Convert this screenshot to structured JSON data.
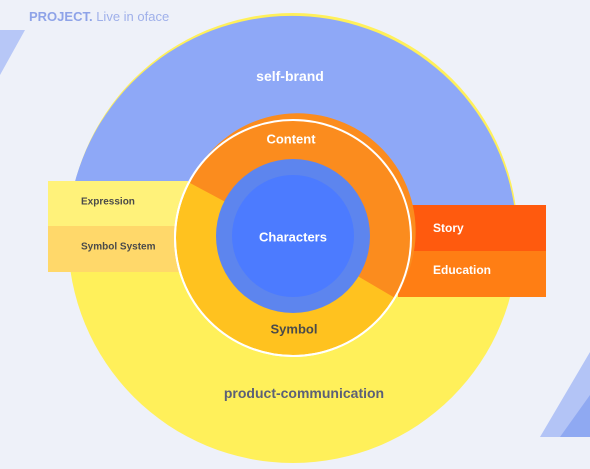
{
  "header": {
    "brand": "PROJECT.",
    "tagline": "Live in oface"
  },
  "diagram": {
    "outer_top_label": "self-brand",
    "outer_bottom_label": "product-communication",
    "ring_top_label": "Content",
    "ring_bottom_label": "Symbol",
    "center_label": "Characters",
    "left_boxes": [
      "Expression",
      "Symbol System"
    ],
    "right_boxes": [
      "Story",
      "Education"
    ]
  },
  "colors": {
    "background": "#eef1f9",
    "self_brand": "#8ea8f7",
    "product_communication": "#fff05a",
    "content": "#fb8c1e",
    "symbol": "#ffc21f",
    "characters_outer": "#5d85ee",
    "characters_inner": "#4c7bff",
    "expression_box": "#fff27a",
    "symbol_system_box": "#ffd86a",
    "story_box": "#ff5a0e",
    "education_box": "#ff7e14"
  }
}
